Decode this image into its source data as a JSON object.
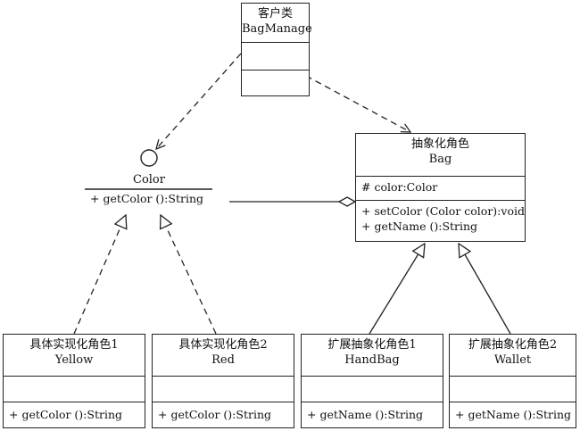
{
  "client": {
    "role": "客户类",
    "name": "BagManage"
  },
  "interface": {
    "name": "Color",
    "operation": "+ getColor ():String"
  },
  "abstraction": {
    "role": "抽象化角色",
    "name": "Bag",
    "attribute": "# color:Color",
    "operations": [
      "+ setColor (Color color):void",
      "+ getName ():String"
    ]
  },
  "impl_yellow": {
    "role": "具体实现化角色1",
    "name": "Yellow",
    "operation": "+ getColor ():String"
  },
  "impl_red": {
    "role": "具体实现化角色2",
    "name": "Red",
    "operation": "+ getColor ():String"
  },
  "refined_handbag": {
    "role": "扩展抽象化角色1",
    "name": "HandBag",
    "operation": "+ getName ():String"
  },
  "refined_wallet": {
    "role": "扩展抽象化角色2",
    "name": "Wallet",
    "operation": "+ getName ():String"
  }
}
